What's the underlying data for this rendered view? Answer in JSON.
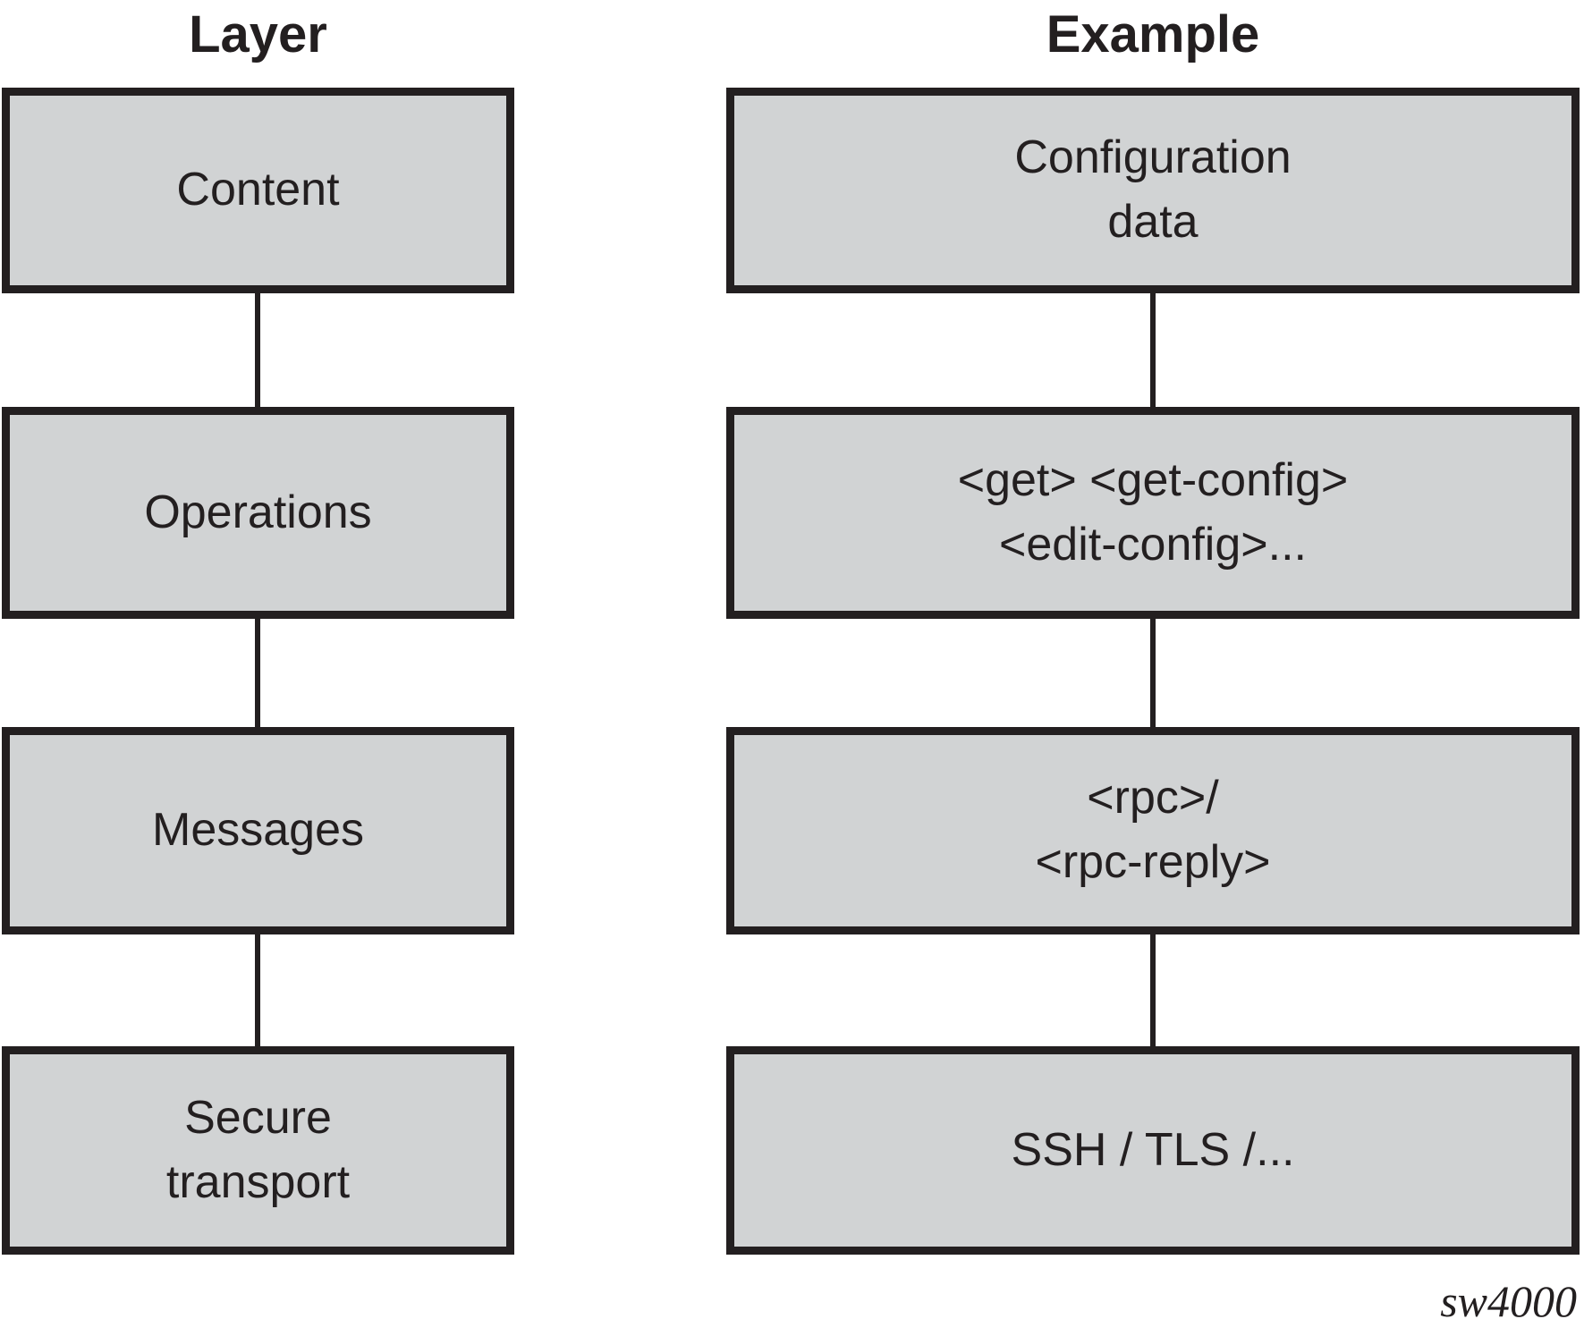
{
  "headers": {
    "left": "Layer",
    "right": "Example"
  },
  "rows": [
    {
      "layer_lines": [
        "Content"
      ],
      "example_lines": [
        "Configuration",
        "data"
      ]
    },
    {
      "layer_lines": [
        "Operations"
      ],
      "example_lines": [
        "<get> <get-config>",
        "<edit-config>..."
      ]
    },
    {
      "layer_lines": [
        "Messages"
      ],
      "example_lines": [
        "<rpc>/",
        "<rpc-reply>"
      ]
    },
    {
      "layer_lines": [
        "Secure",
        "transport"
      ],
      "example_lines": [
        "SSH / TLS /..."
      ]
    }
  ],
  "watermark": "sw4000",
  "colors": {
    "box_fill": "#d1d3d4",
    "box_border": "#231f20",
    "text": "#231f20",
    "background": "#ffffff"
  }
}
